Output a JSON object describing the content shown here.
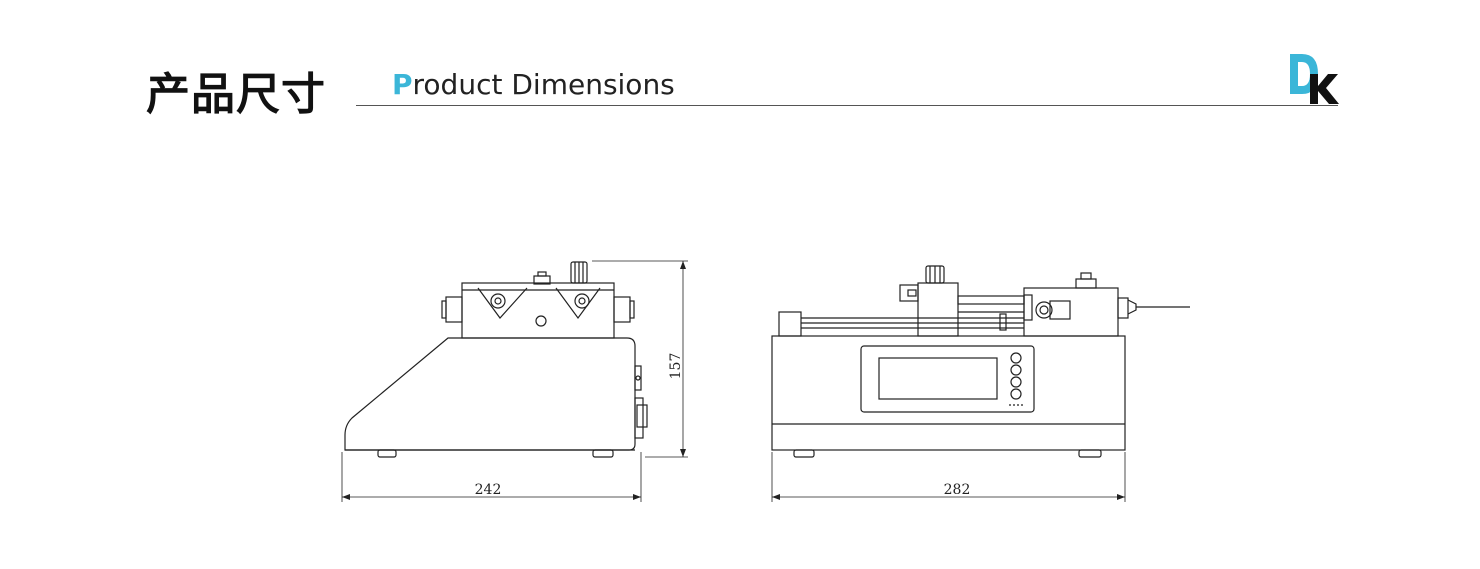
{
  "header": {
    "title_cn": "产品尺寸",
    "title_en_initial": "P",
    "title_en_rest": "roduct Dimensions",
    "logo_letters": "DK",
    "accent_color": "#3bb6d8",
    "text_color": "#111111"
  },
  "side_view": {
    "width_label": "242",
    "height_label": "157"
  },
  "front_view": {
    "width_label": "282"
  }
}
